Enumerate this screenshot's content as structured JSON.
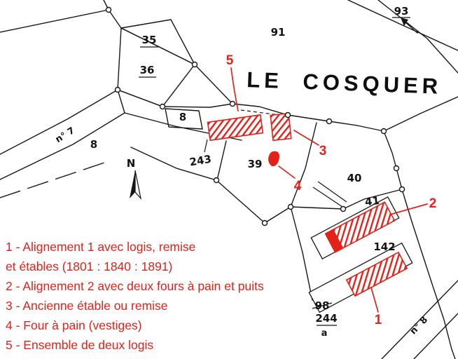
{
  "map": {
    "title": "LE COSQUER",
    "north": "N",
    "parcel_labels": {
      "p93": "93",
      "p91": "91",
      "p35": "35",
      "p36": "36",
      "p8_top": "8",
      "p8_left": "8",
      "road7": "n° 7",
      "p243": "243",
      "p39": "39",
      "p40": "40",
      "p41": "41",
      "p142": "142",
      "p98_old": "98",
      "p244": "244",
      "p244_sub": "a",
      "road8": "n° 8"
    },
    "red_markers": {
      "m1": "1",
      "m2": "2",
      "m3": "3",
      "m4": "4",
      "m5": "5"
    },
    "legend_lines": [
      "1 - Alignement 1 avec logis, remise",
      "et étables (1801 : 1840 : 1891)",
      "2 - Alignement 2 avec deux fours à pain et puits",
      "3 - Ancienne étable ou remise",
      "4 - Four à pain (vestiges)",
      "5 - Ensemble de deux logis"
    ],
    "colors": {
      "annotation_red": "#e32119",
      "line_black": "#161616"
    }
  }
}
